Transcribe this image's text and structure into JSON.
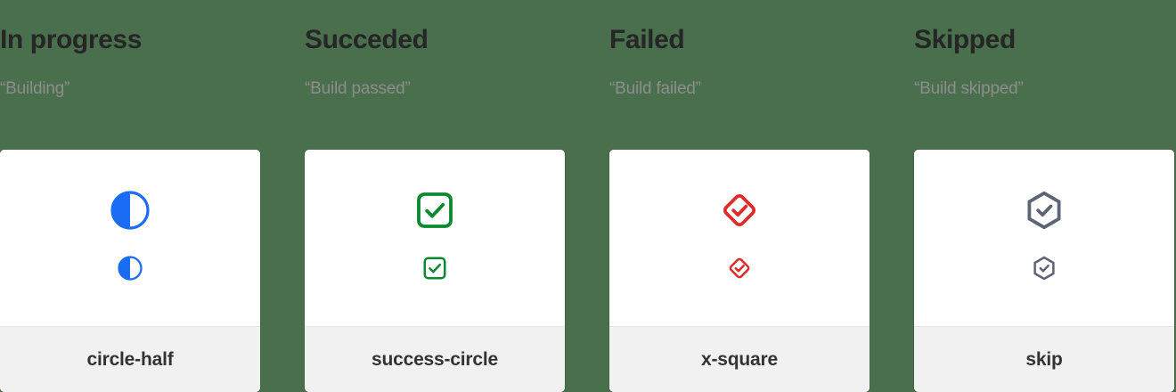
{
  "page": {
    "background_color": "#4a6f4d",
    "card_background": "#ffffff",
    "card_footer_background": "#f1f1f1"
  },
  "columns": [
    {
      "title": "In progress",
      "subtitle": "“Building”",
      "icon_name": "circle-half",
      "icon_label": "circle-half",
      "icon_color": "#1b6cf5"
    },
    {
      "title": "Succeded",
      "subtitle": "“Build passed”",
      "icon_name": "success-circle",
      "icon_label": "success-circle",
      "icon_color": "#0a8a2e"
    },
    {
      "title": "Failed",
      "subtitle": "“Build failed”",
      "icon_name": "x-square",
      "icon_label": "x-square",
      "icon_color": "#e02b2b"
    },
    {
      "title": "Skipped",
      "subtitle": "“Build skipped”",
      "icon_name": "skip",
      "icon_label": "skip",
      "icon_color": "#5d6475"
    }
  ]
}
